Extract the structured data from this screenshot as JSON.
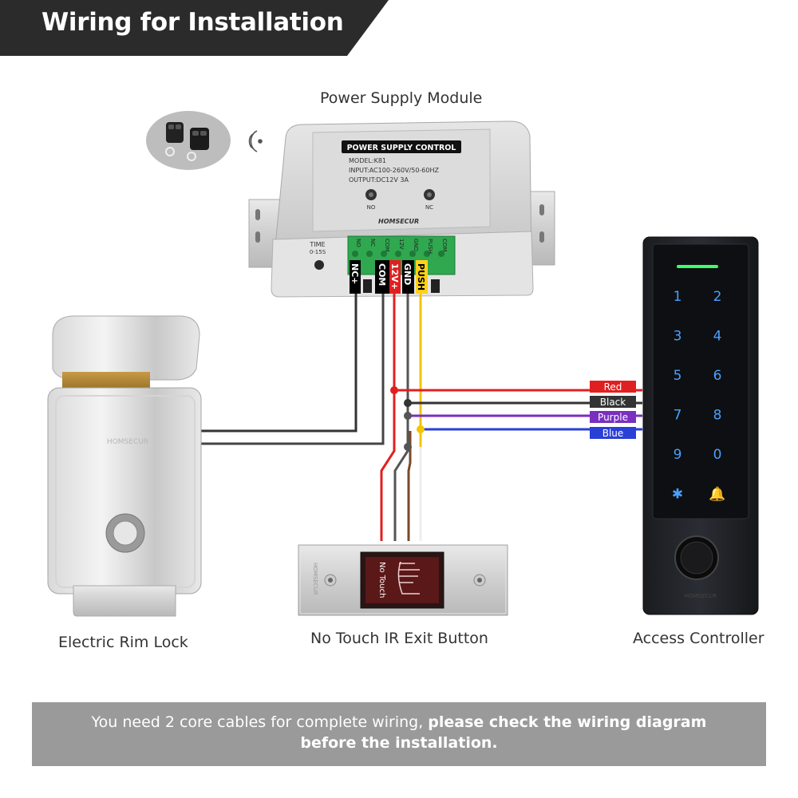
{
  "header": {
    "title": "Wiring for Installation"
  },
  "labels": {
    "power_supply": "Power Supply Module",
    "rim_lock": "Electric Rim Lock",
    "exit_button": "No Touch IR Exit Button",
    "access_controller": "Access Controller"
  },
  "power_supply": {
    "panel_title": "POWER SUPPLY CONTROL",
    "model": "MODEL:K81",
    "input": "INPUT:AC100-260V/50-60HZ",
    "output": "OUTPUT:DC12V 3A",
    "led_no": "NO",
    "led_nc": "NC",
    "brand": "HOMSECUR",
    "time_label": "TIME",
    "time_range": "0-15S",
    "terminals": [
      "NO",
      "NC",
      "COM",
      "12V",
      "GND",
      "PUSH",
      "COM"
    ],
    "terminal_tags": [
      "NC+",
      "COM",
      "12V+",
      "GND",
      "PUSH"
    ]
  },
  "rim_lock": {
    "brand": "HOMSECUR"
  },
  "exit_button": {
    "brand": "HOMSECUR",
    "panel_text": "No Touch"
  },
  "wires": [
    {
      "name": "Red",
      "color": "#e02020"
    },
    {
      "name": "Black",
      "color": "#333333"
    },
    {
      "name": "Purple",
      "color": "#7a2fc0"
    },
    {
      "name": "Blue",
      "color": "#2a3fd6"
    }
  ],
  "keypad": {
    "keys": [
      "1",
      "2",
      "3",
      "4",
      "5",
      "6",
      "7",
      "8",
      "9",
      "0",
      "✱",
      "🔔"
    ],
    "brand": "HOMSECUR"
  },
  "notice": {
    "normal": "You need 2 core cables for complete wiring, ",
    "bold1": "please check the wiring diagram",
    "bold2": "before the installation."
  },
  "colors": {
    "header_bg": "#2b2b2b",
    "bottom_bar": "#9a9a9a",
    "key_blue": "#4aa0ff",
    "led_green": "#3cff6a"
  }
}
